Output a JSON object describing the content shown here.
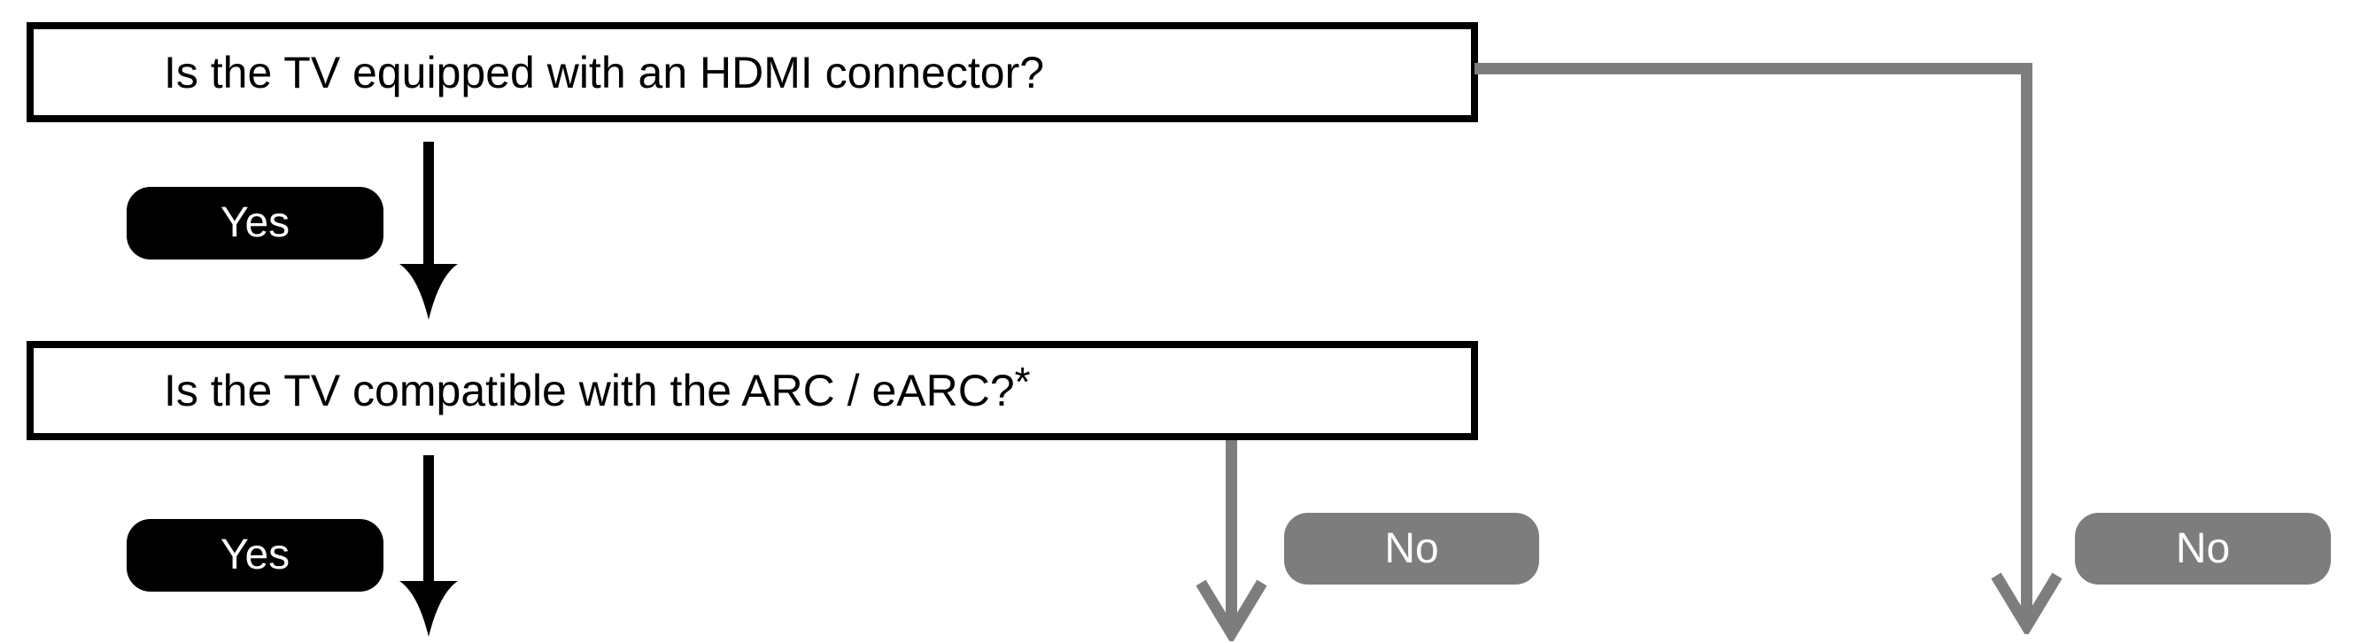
{
  "flowchart": {
    "background_color": "#ffffff",
    "node1": {
      "question": "Is the TV equipped with an HDMI connector?"
    },
    "node2": {
      "question": "Is the TV compatible with the ARC / eARC?",
      "footnote_marker": "*"
    },
    "branches": {
      "q1_yes_label": "Yes",
      "q1_no_label": "No",
      "q2_yes_label": "Yes",
      "q2_no_label": "No"
    },
    "colors": {
      "box_border": "#000000",
      "box_fill": "#ffffff",
      "yes_badge": "#000000",
      "no_badge": "#7d7d7d",
      "yes_connector": "#000000",
      "no_connector": "#7d7d7d",
      "badge_text": "#ffffff",
      "question_text": "#000000"
    }
  }
}
